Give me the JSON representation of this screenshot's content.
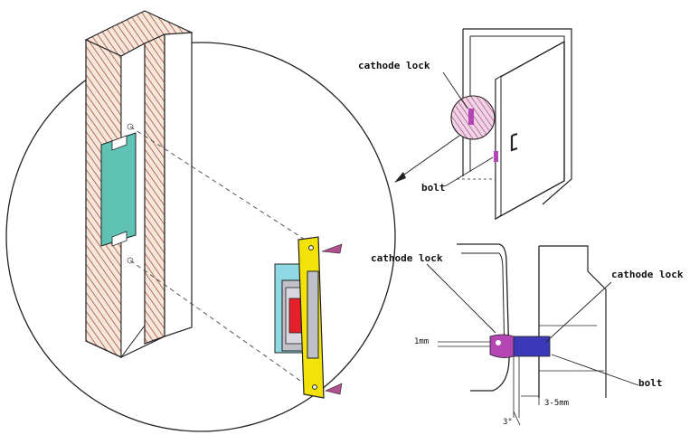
{
  "labels": {
    "top_cathode_lock": "cathode lock",
    "top_bolt": "bolt",
    "section_cathode_lock_left": "cathode lock",
    "section_cathode_lock_right": "cathode lock",
    "section_bolt": "bolt",
    "dim_gap": "3-5mm",
    "dim_small": "1mm",
    "dim_angle": "3°"
  },
  "colors": {
    "frame_hatch": "#b5705a",
    "frame_fill": "#f6e6dc",
    "teal_plate": "#5fc2b4",
    "faceplate": "#f2e20a",
    "lock_body": "#bfc0c8",
    "lock_cyan": "#8fd9e4",
    "bolt_red": "#e5202a",
    "screw": "#b0508e",
    "bolt_blue": "#3a3ab8",
    "bolt_magenta": "#b346b3"
  }
}
